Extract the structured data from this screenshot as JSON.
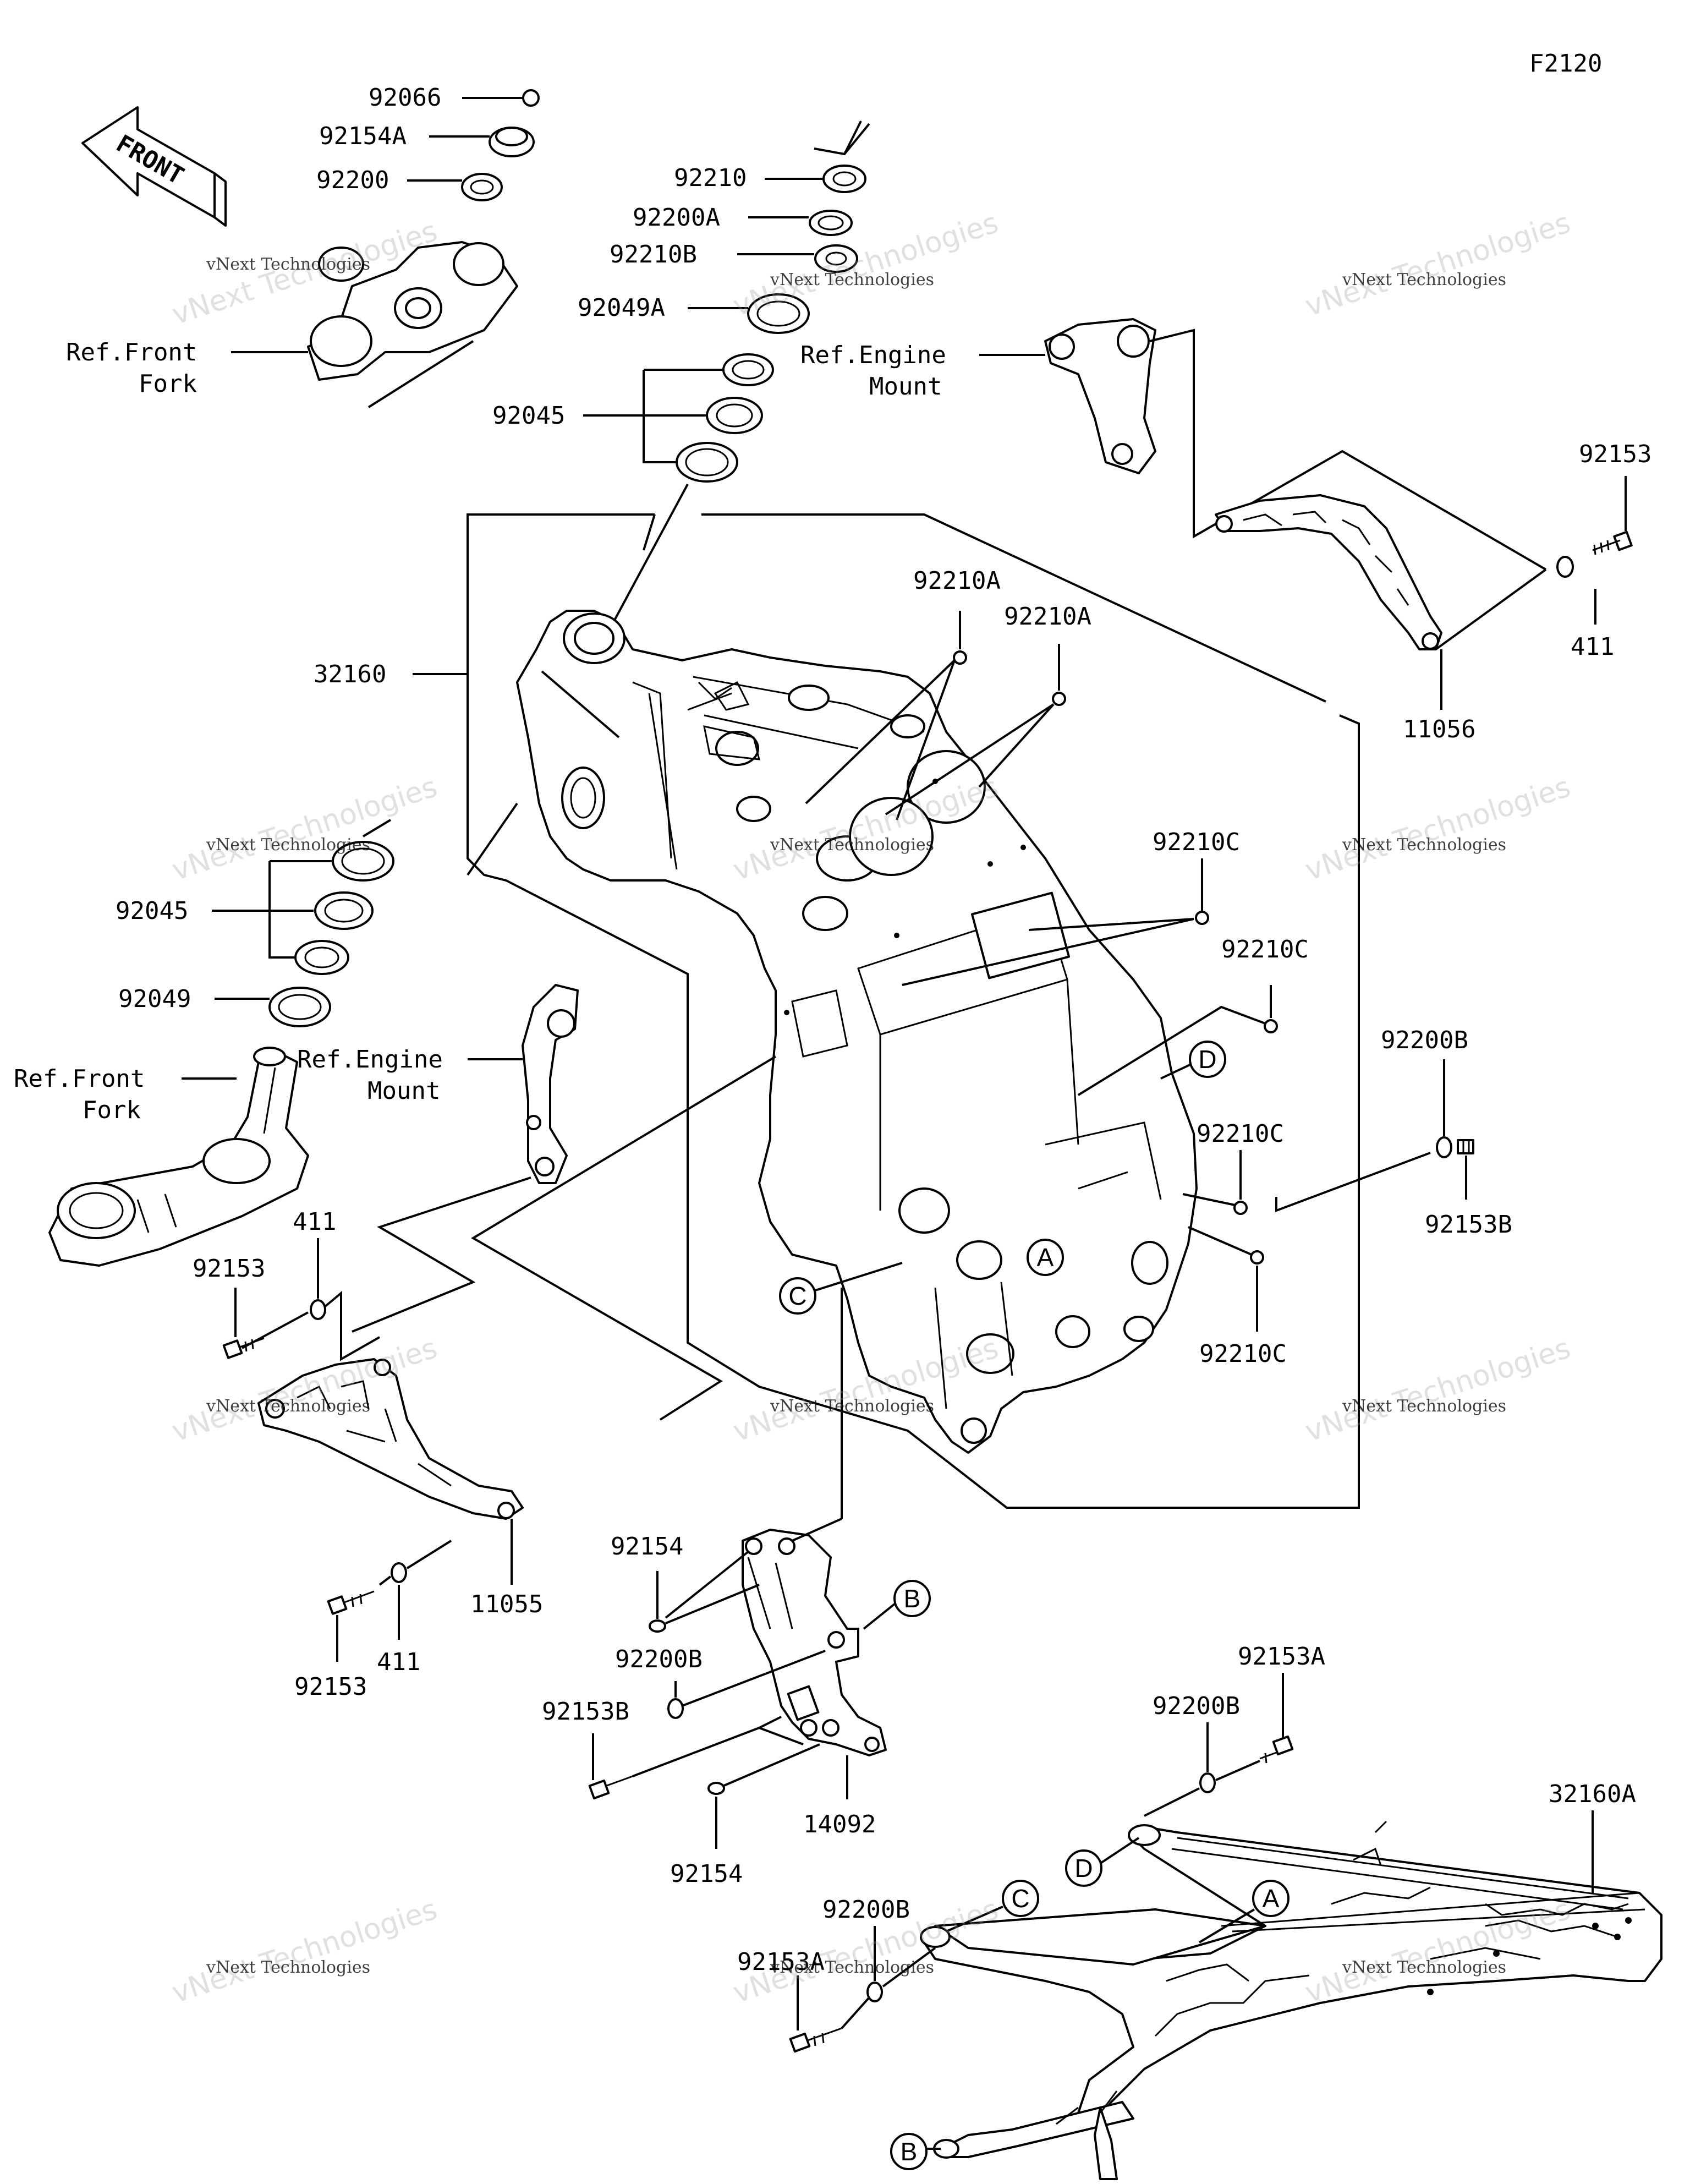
{
  "figure_code": "F2120",
  "front_arrow": "FRONT",
  "watermark": {
    "line1": "vNext Technologies",
    "line2": "vNext Technologies"
  },
  "labels": {
    "p92066": "92066",
    "p92154A": "92154A",
    "p92200_top": "92200",
    "ref_front_fork_1": "Ref.Front",
    "ref_front_fork_2": "Fork",
    "p92210": "92210",
    "p92200A": "92200A",
    "p92210B": "92210B",
    "p92049A": "92049A",
    "p92045_top": "92045",
    "ref_engine_mount_1": "Ref.Engine",
    "ref_engine_mount_2": "Mount",
    "p92153_r": "92153",
    "p411_r": "411",
    "p11056": "11056",
    "p32160": "32160",
    "p92210A_1": "92210A",
    "p92210A_2": "92210A",
    "p92045_left": "92045",
    "p92049": "92049",
    "p92210C_1": "92210C",
    "p92210C_2": "92210C",
    "p92210C_3": "92210C",
    "p92210C_4": "92210C",
    "p92200B_r": "92200B",
    "p92153B_r": "92153B",
    "p411_l": "411",
    "p92153_l": "92153",
    "p11055": "11055",
    "p411_bl": "411",
    "p92153_bl": "92153",
    "p92154_a": "92154",
    "p92200B_m": "92200B",
    "p92153B_m": "92153B",
    "p92154_b": "92154",
    "p14092": "14092",
    "p92153A_r": "92153A",
    "p92200B_b": "92200B",
    "p32160A": "32160A",
    "p92200B_bl": "92200B",
    "p92153A_l": "92153A"
  },
  "refs": {
    "A": "A",
    "B": "B",
    "C": "C",
    "D": "D"
  }
}
